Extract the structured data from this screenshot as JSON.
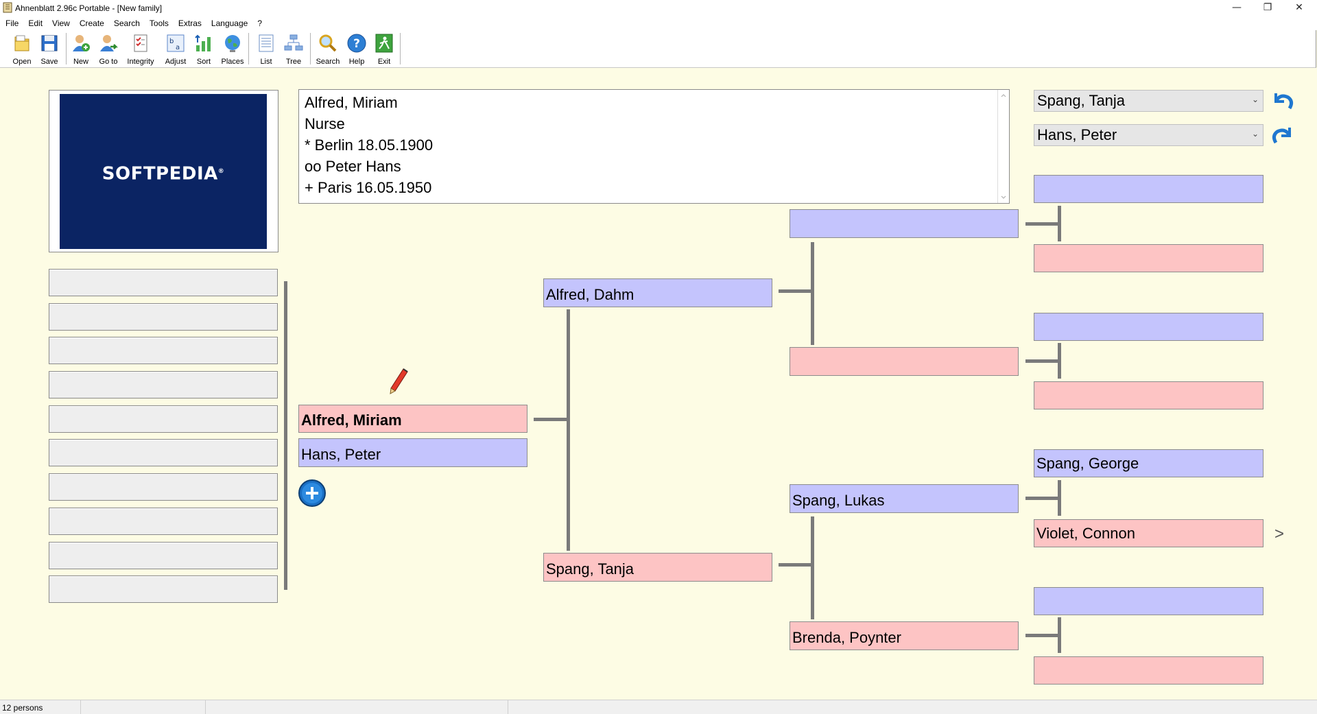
{
  "window": {
    "title": "Ahnenblatt 2.96c Portable - [New family]",
    "minimize": "—",
    "maximize": "❐",
    "close": "✕"
  },
  "menu": [
    "File",
    "Edit",
    "View",
    "Create",
    "Search",
    "Tools",
    "Extras",
    "Language",
    "?"
  ],
  "toolbar": {
    "open": "Open",
    "save": "Save",
    "new": "New",
    "goto": "Go to",
    "integrity": "Integrity",
    "adjust": "Adjust",
    "sort": "Sort",
    "places": "Places",
    "list": "List",
    "tree": "Tree",
    "search": "Search",
    "help": "Help",
    "exit": "Exit"
  },
  "photo": {
    "logo_text": "SOFTPEDIA",
    "logo_mark": "®"
  },
  "info": {
    "name": "Alfred, Miriam",
    "occupation": "Nurse",
    "birth": "* Berlin 18.05.1900",
    "marriage": "oo Peter Hans",
    "death": "+ Paris 16.05.1950"
  },
  "nav": {
    "back_combo": "Spang, Tanja",
    "forward_combo": "Hans, Peter"
  },
  "tree": {
    "proband": "Alfred, Miriam",
    "spouse": "Hans, Peter",
    "father": "Alfred, Dahm",
    "mother": "Spang, Tanja",
    "paternal_grandfather": "",
    "paternal_grandmother": "",
    "maternal_grandfather": "Spang, Lukas",
    "maternal_grandmother": "Brenda, Poynter",
    "great_grandparents": [
      "",
      "",
      "",
      "",
      "Spang, George",
      "Violet, Connon",
      "",
      ""
    ],
    "more_indicator": ">"
  },
  "status": {
    "count": "12 persons"
  },
  "colors": {
    "male": "#c4c4fd",
    "female": "#fdc4c4",
    "background": "#fdfce4"
  }
}
